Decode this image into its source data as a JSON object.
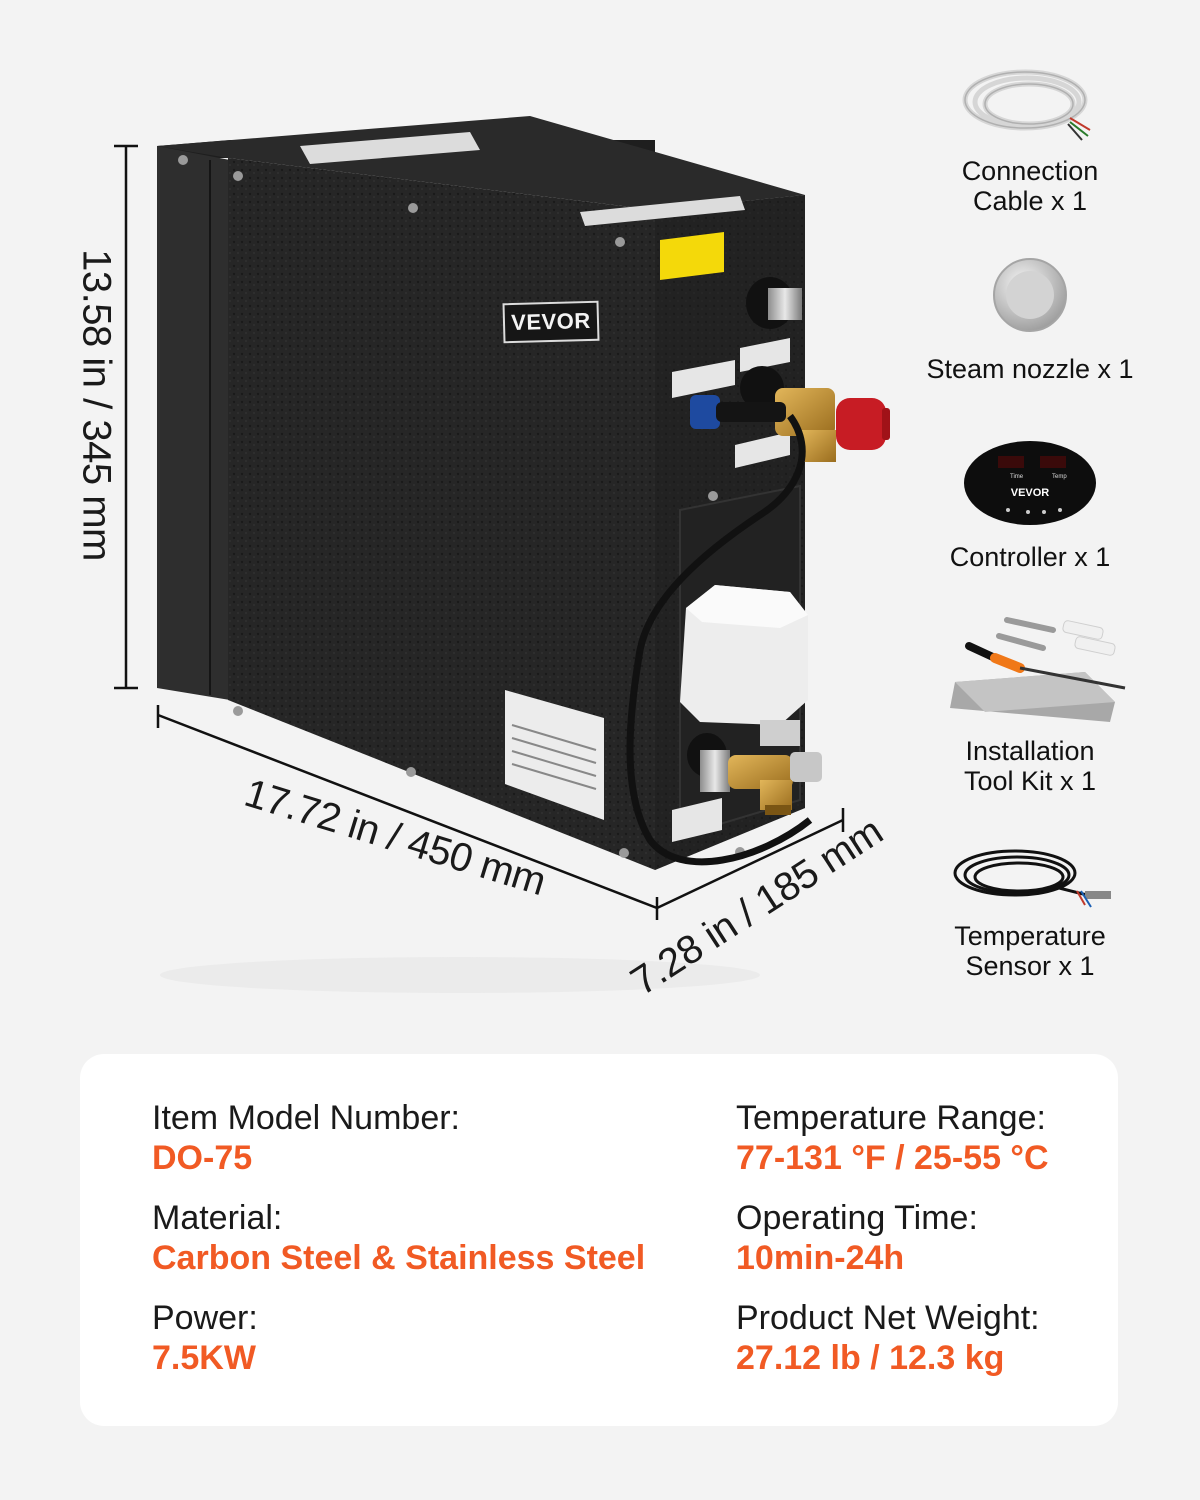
{
  "brand": {
    "logo_text": "VEVOR"
  },
  "dimensions": {
    "height": "13.58 in / 345 mm",
    "width": "17.72 in / 450 mm",
    "depth": "7.28 in / 185 mm"
  },
  "accessories": [
    {
      "label": "Connection Cable x 1",
      "icon": "cable-coil-icon"
    },
    {
      "label": "Steam nozzle x 1",
      "icon": "steam-nozzle-icon"
    },
    {
      "label": "Controller x 1",
      "icon": "controller-panel-icon"
    },
    {
      "label": "Installation Tool Kit x 1",
      "icon": "tool-kit-icon"
    },
    {
      "label": "Temperature Sensor x 1",
      "icon": "temperature-sensor-icon"
    }
  ],
  "specs": {
    "model": {
      "label": "Item Model Number:",
      "value": "DO-75"
    },
    "material": {
      "label": "Material:",
      "value": "Carbon Steel & Stainless Steel"
    },
    "power": {
      "label": "Power:",
      "value": "7.5KW"
    },
    "temperature": {
      "label": "Temperature Range:",
      "value": "77-131 °F / 25-55 °C"
    },
    "operating_time": {
      "label": "Operating Time:",
      "value": "10min-24h"
    },
    "weight": {
      "label": "Product Net Weight:",
      "value": "27.12 lb / 12.3 kg"
    }
  },
  "colors": {
    "background": "#f3f3f3",
    "accent": "#f15a24",
    "text": "#1a1a1a",
    "body": "#222222",
    "card": "#ffffff"
  }
}
